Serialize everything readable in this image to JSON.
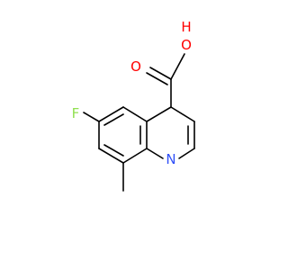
{
  "molecule": {
    "atoms": {
      "oxygen_carbonyl": {
        "symbol": "O",
        "color": "#ff0000"
      },
      "hydroxyl": {
        "symbol": "O",
        "hydrogen": "H",
        "color": "#ff0000"
      },
      "fluorine": {
        "symbol": "F",
        "color": "#90e050"
      },
      "nitrogen": {
        "symbol": "N",
        "color": "#3050f8"
      }
    },
    "bond_color": "#000000"
  }
}
